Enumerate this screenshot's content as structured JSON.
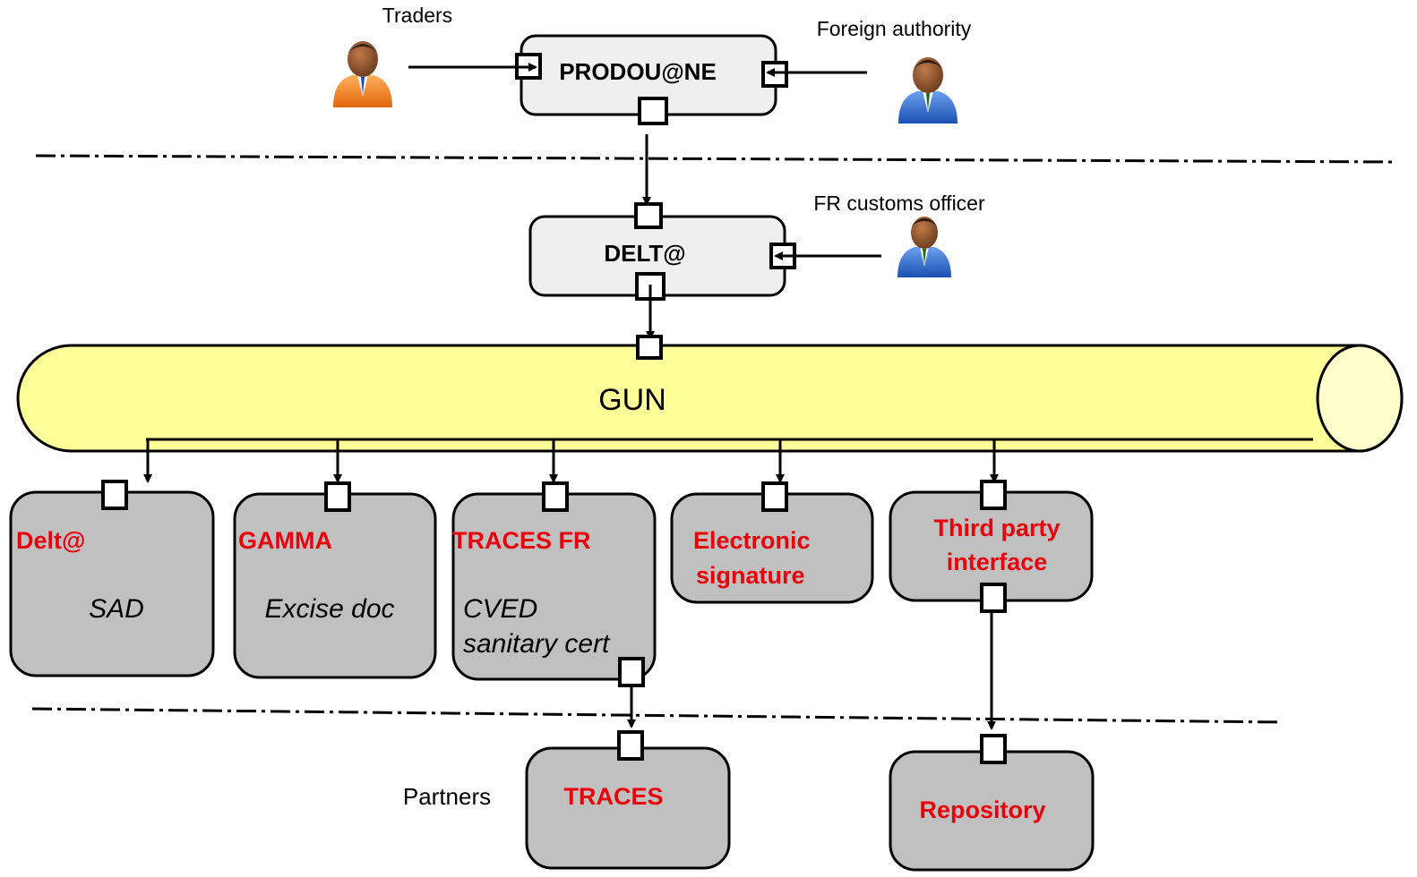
{
  "actors": {
    "traders": "Traders",
    "foreign_authority": "Foreign authority",
    "customs_officer": "FR customs officer"
  },
  "portals": {
    "prodouane": "PRODOU@NE",
    "delta": "DELT@"
  },
  "bus": {
    "label": "GUN"
  },
  "systems": {
    "delta": {
      "name": "Delt@",
      "doc": "SAD"
    },
    "gamma": {
      "name": "GAMMA",
      "doc": "Excise doc"
    },
    "traces_fr": {
      "name": "TRACES FR",
      "doc_line1": "CVED",
      "doc_line2": "sanitary cert"
    },
    "esign": {
      "name_line1": "Electronic",
      "name_line2": "signature"
    },
    "third_party": {
      "name_line1": "Third party",
      "name_line2": "interface"
    }
  },
  "partners": {
    "label": "Partners",
    "traces": "TRACES",
    "repository": "Repository"
  },
  "colors": {
    "system_fill": "#c0c0c0",
    "portal_fill": "#efefef",
    "bus_fill": "#ffff99",
    "system_label": "#e8000b",
    "trader_suit": "#f07b1a",
    "officer_suit": "#2a63c9"
  },
  "icons": {
    "person": "person-icon"
  }
}
